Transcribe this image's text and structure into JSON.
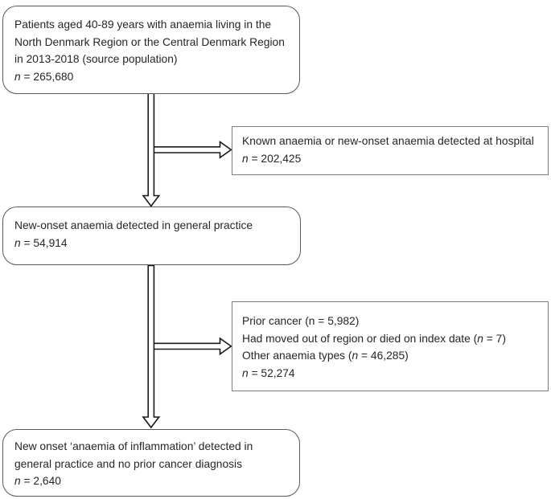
{
  "figure": {
    "type": "patient-flow-diagram",
    "background_color": "#ffffff",
    "rounded_box_border_color": "#595959",
    "rect_box_border_color": "#7f7f7f",
    "text_color": "#262626",
    "arrow_color": "#1a1a1a"
  },
  "boxes": [
    {
      "id": "source-population",
      "shape": "rounded",
      "lines": [
        {
          "segments": [
            {
              "text": "Patients aged 40-89 years with anaemia living in the",
              "italic": false
            }
          ]
        },
        {
          "segments": [
            {
              "text": "North Denmark Region or the Central Denmark Region",
              "italic": false
            }
          ]
        },
        {
          "segments": [
            {
              "text": "in 2013-2018 (source population)",
              "italic": false
            }
          ]
        },
        {
          "segments": [
            {
              "text": "n",
              "italic": true
            },
            {
              "text": " = 265,680",
              "italic": false
            }
          ]
        }
      ]
    },
    {
      "id": "hospital-excluded",
      "shape": "rect",
      "lines": [
        {
          "segments": [
            {
              "text": "Known anaemia or new-onset anaemia detected at hospital",
              "italic": false
            }
          ]
        },
        {
          "segments": [
            {
              "text": "n",
              "italic": true
            },
            {
              "text": " = 202,425",
              "italic": false
            }
          ]
        }
      ]
    },
    {
      "id": "gp-anaemia",
      "shape": "rounded",
      "lines": [
        {
          "segments": [
            {
              "text": "New-onset anaemia detected in general practice",
              "italic": false
            }
          ]
        },
        {
          "segments": [
            {
              "text": "n",
              "italic": true
            },
            {
              "text": " = 54,914",
              "italic": false
            }
          ]
        }
      ]
    },
    {
      "id": "exclusions",
      "shape": "rect",
      "lines": [
        {
          "segments": [
            {
              "text": "Prior cancer (n = 5,982)",
              "italic": false
            }
          ]
        },
        {
          "segments": [
            {
              "text": "Had moved out of region or died on index date (",
              "italic": false
            },
            {
              "text": "n",
              "italic": true
            },
            {
              "text": " = 7)",
              "italic": false
            }
          ]
        },
        {
          "segments": [
            {
              "text": "Other anaemia types (",
              "italic": false
            },
            {
              "text": "n",
              "italic": true
            },
            {
              "text": " = 46,285)",
              "italic": false
            }
          ]
        },
        {
          "segments": [
            {
              "text": "n",
              "italic": true
            },
            {
              "text": " = 52,274",
              "italic": false
            }
          ]
        }
      ]
    },
    {
      "id": "final-cohort",
      "shape": "rounded",
      "lines": [
        {
          "segments": [
            {
              "text": "New onset ‘anaemia of inflammation’ detected in",
              "italic": false
            }
          ]
        },
        {
          "segments": [
            {
              "text": "general practice and no prior cancer diagnosis",
              "italic": false
            }
          ]
        },
        {
          "segments": [
            {
              "text": "n",
              "italic": true
            },
            {
              "text": " = 2,640",
              "italic": false
            }
          ]
        }
      ]
    }
  ]
}
